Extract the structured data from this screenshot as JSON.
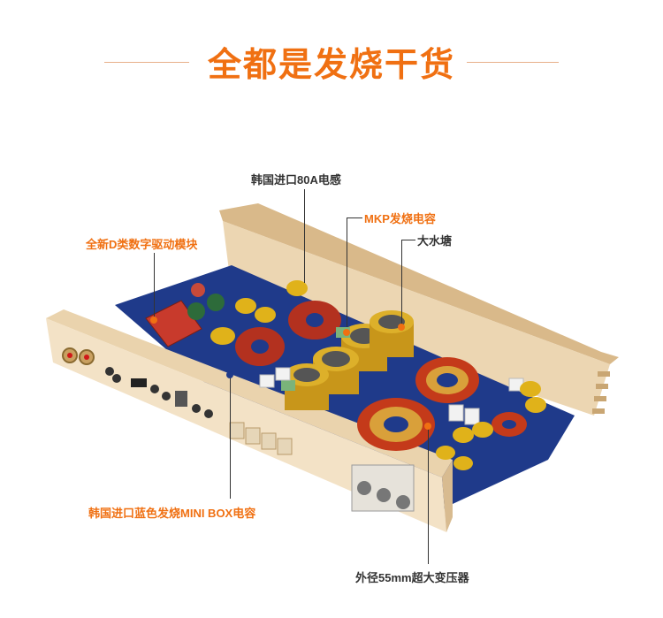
{
  "header": {
    "title": "全都是发烧干货"
  },
  "callouts": [
    {
      "text": "韩国进口80A电感"
    },
    {
      "text": "MKP发烧电容"
    },
    {
      "text": "大水塘"
    },
    {
      "text": "全新D类数字驱动模块"
    },
    {
      "text": "韩国进口蓝色发烧MINI BOX电容"
    },
    {
      "text": "外径55mm超大变压器"
    }
  ],
  "colors": {
    "accent": "#f07012",
    "dark_text": "#333333",
    "chassis": "#e8cfa8",
    "pcb": "#1f3a8a"
  },
  "icons": [
    "amplifier-board-image"
  ]
}
